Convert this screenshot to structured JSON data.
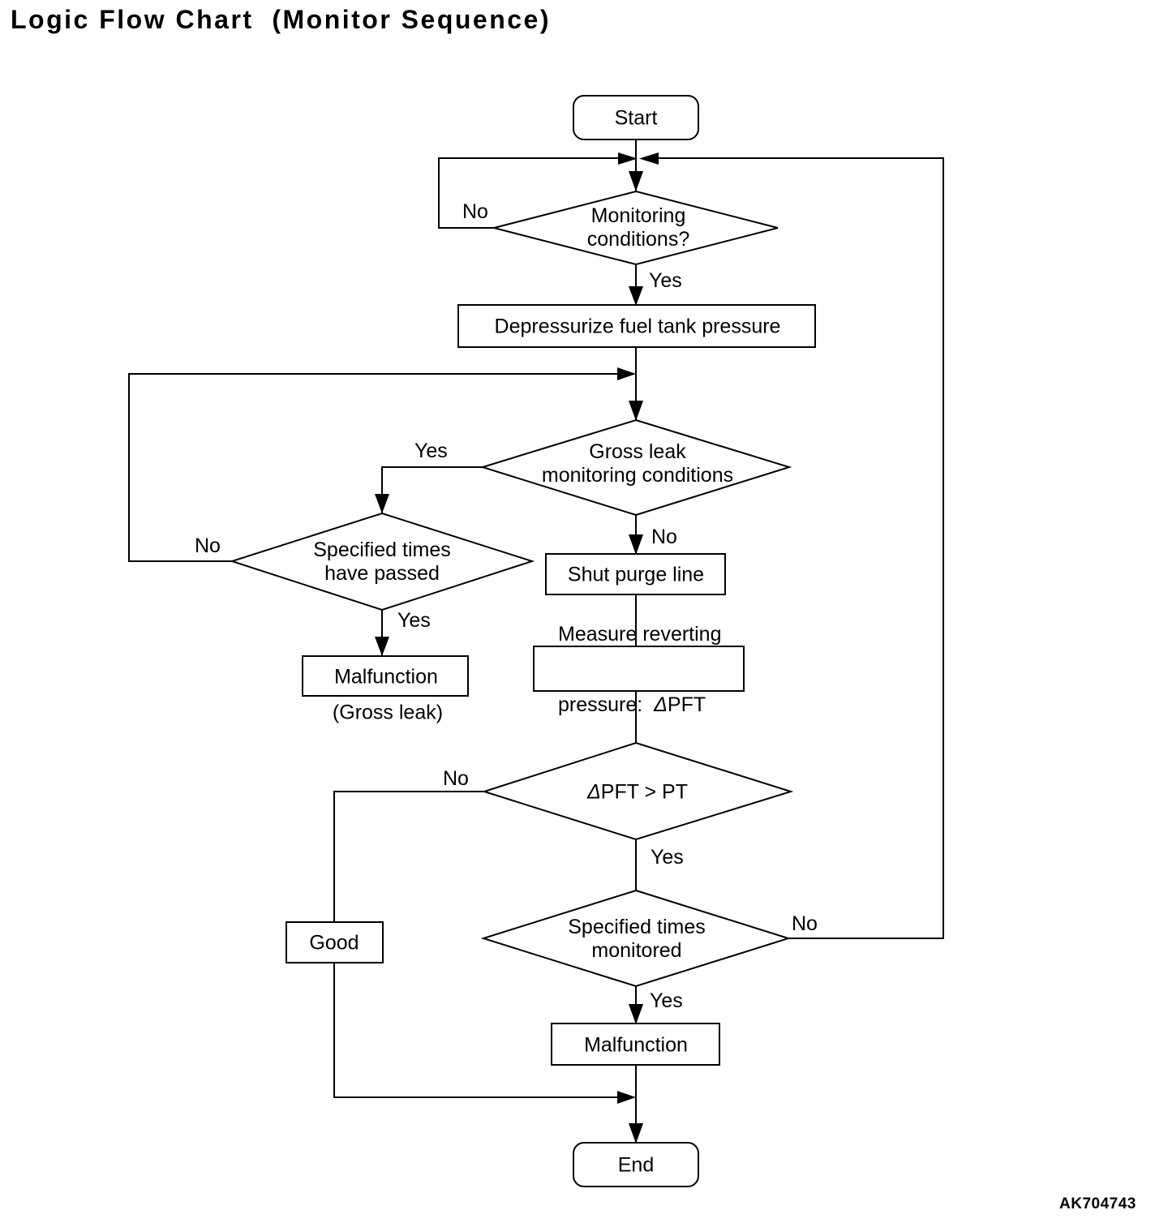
{
  "page": {
    "title": "Logic Flow Chart  (Monitor Sequence)",
    "figure_code": "AK704743"
  },
  "colors": {
    "ink": "#000000",
    "background": "#ffffff"
  },
  "flowchart": {
    "nodes": {
      "start": "Start",
      "monitoring_conditions": "Monitoring\nconditions?",
      "depressurize": "Depressurize fuel tank pressure",
      "gross_leak_conditions": "Gross leak\nmonitoring conditions",
      "specified_times_passed": "Specified times\nhave passed",
      "malfunction_gross": "Malfunction",
      "gross_leak_caption": "(Gross leak)",
      "shut_purge_line": "Shut purge line",
      "measure_line1": "Measure reverting",
      "measure_line2_prefix": "pressure:  ",
      "delta": "Δ",
      "measure_line2_suffix": "PFT",
      "dpft_comparison_suffix": "PFT > PT",
      "good": "Good",
      "specified_times_monitored": "Specified times\nmonitored",
      "malfunction_final": "Malfunction",
      "end": "End"
    },
    "edge_labels": {
      "monitoring_no": "No",
      "monitoring_yes": "Yes",
      "gross_leak_yes": "Yes",
      "gross_leak_no": "No",
      "times_passed_no": "No",
      "times_passed_yes": "Yes",
      "dpft_no": "No",
      "dpft_yes": "Yes",
      "monitored_no": "No",
      "monitored_yes": "Yes"
    }
  }
}
